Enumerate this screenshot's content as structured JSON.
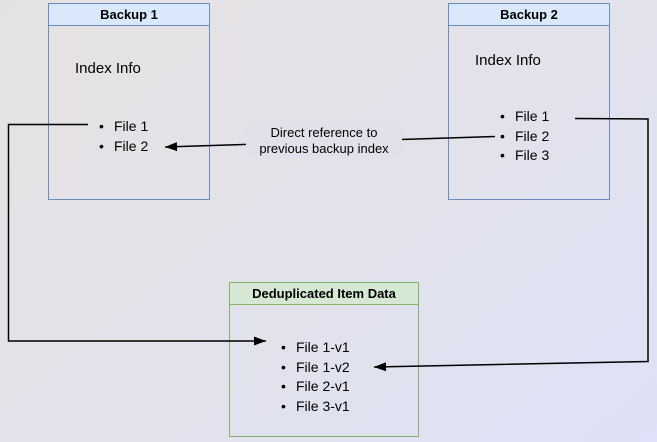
{
  "diagram": {
    "backup1": {
      "title": "Backup 1",
      "subtitle": "Index Info",
      "items": [
        "File 1",
        "File 2"
      ]
    },
    "backup2": {
      "title": "Backup 2",
      "subtitle": "Index Info",
      "items": [
        "File 1",
        "File 2",
        "File 3"
      ]
    },
    "dedup": {
      "title": "Deduplicated Item Data",
      "items": [
        "File 1-v1",
        "File 1-v2",
        "File 2-v1",
        "File 3-v1"
      ]
    },
    "edge_label": {
      "line1": "Direct reference to",
      "line2": "previous backup index"
    },
    "colors": {
      "blue_border": "#6c8ebf",
      "blue_header_fill": "#dae8fc",
      "green_border": "#82b366",
      "green_header_fill": "#d5e8d4",
      "arrow": "#000000",
      "text": "#000000"
    }
  }
}
